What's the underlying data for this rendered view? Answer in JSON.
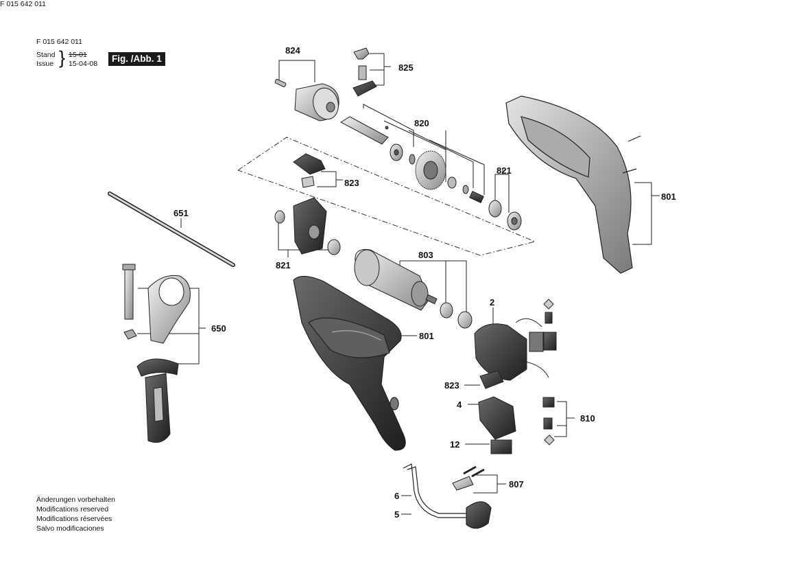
{
  "header": {
    "doc_number": "F 015 642 011",
    "revision_labels": [
      "Stand",
      "Issue"
    ],
    "revision_values": [
      "15-01",
      "15-04-08"
    ],
    "figure_badge": "Fig. /Abb. 1"
  },
  "footer_notes": [
    "Änderungen vorbehalten",
    "Modifications reserved",
    "Modifications réservées",
    "Salvo modificaciones"
  ],
  "part_labels": {
    "p824": "824",
    "p825": "825",
    "p820": "820",
    "p823a": "823",
    "p821a": "821",
    "p801a": "801",
    "p651": "651",
    "p821b": "821",
    "p803": "803",
    "p650": "650",
    "p2": "2",
    "p801b": "801",
    "p823b": "823",
    "p4": "4",
    "p810": "810",
    "p12": "12",
    "p807": "807",
    "p6": "6",
    "p5": "5"
  }
}
